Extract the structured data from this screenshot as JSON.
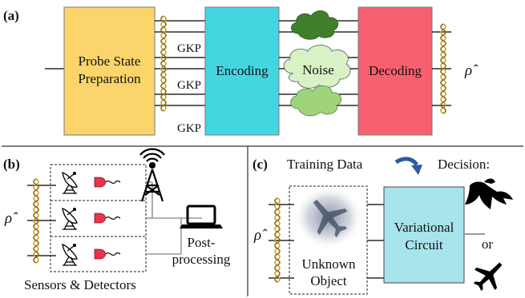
{
  "panel_a": {
    "label": "(a)",
    "probe": "Probe State Preparation",
    "probe_line1": "Probe State",
    "probe_line2": "Preparation",
    "gkp": [
      "GKP",
      "GKP",
      "GKP"
    ],
    "encoding": "Encoding",
    "noise": "Noise",
    "decoding": "Decoding",
    "rho": "ρ̂",
    "colors": {
      "probe": "#fbd56b",
      "encoding": "#44d6e0",
      "decoding": "#f7606e",
      "cloud_dark": "#3f7f2b",
      "cloud_mid": "#d8f2c6",
      "cloud_light": "#9fd47c"
    }
  },
  "panel_b": {
    "label": "(b)",
    "rho": "ρ̂",
    "post_line1": "Post-",
    "post_line2": "processing",
    "caption": "Sensors & Detectors"
  },
  "panel_c": {
    "label": "(c)",
    "training": "Training Data",
    "decision": "Decision:",
    "rho": "ρ̂",
    "unknown_line1": "Unknown",
    "unknown_line2": "Object",
    "circuit_line1": "Variational",
    "circuit_line2": "Circuit",
    "or": "or",
    "colors": {
      "circuit": "#a8e4ec",
      "arrow": "#2e5a9c"
    }
  }
}
